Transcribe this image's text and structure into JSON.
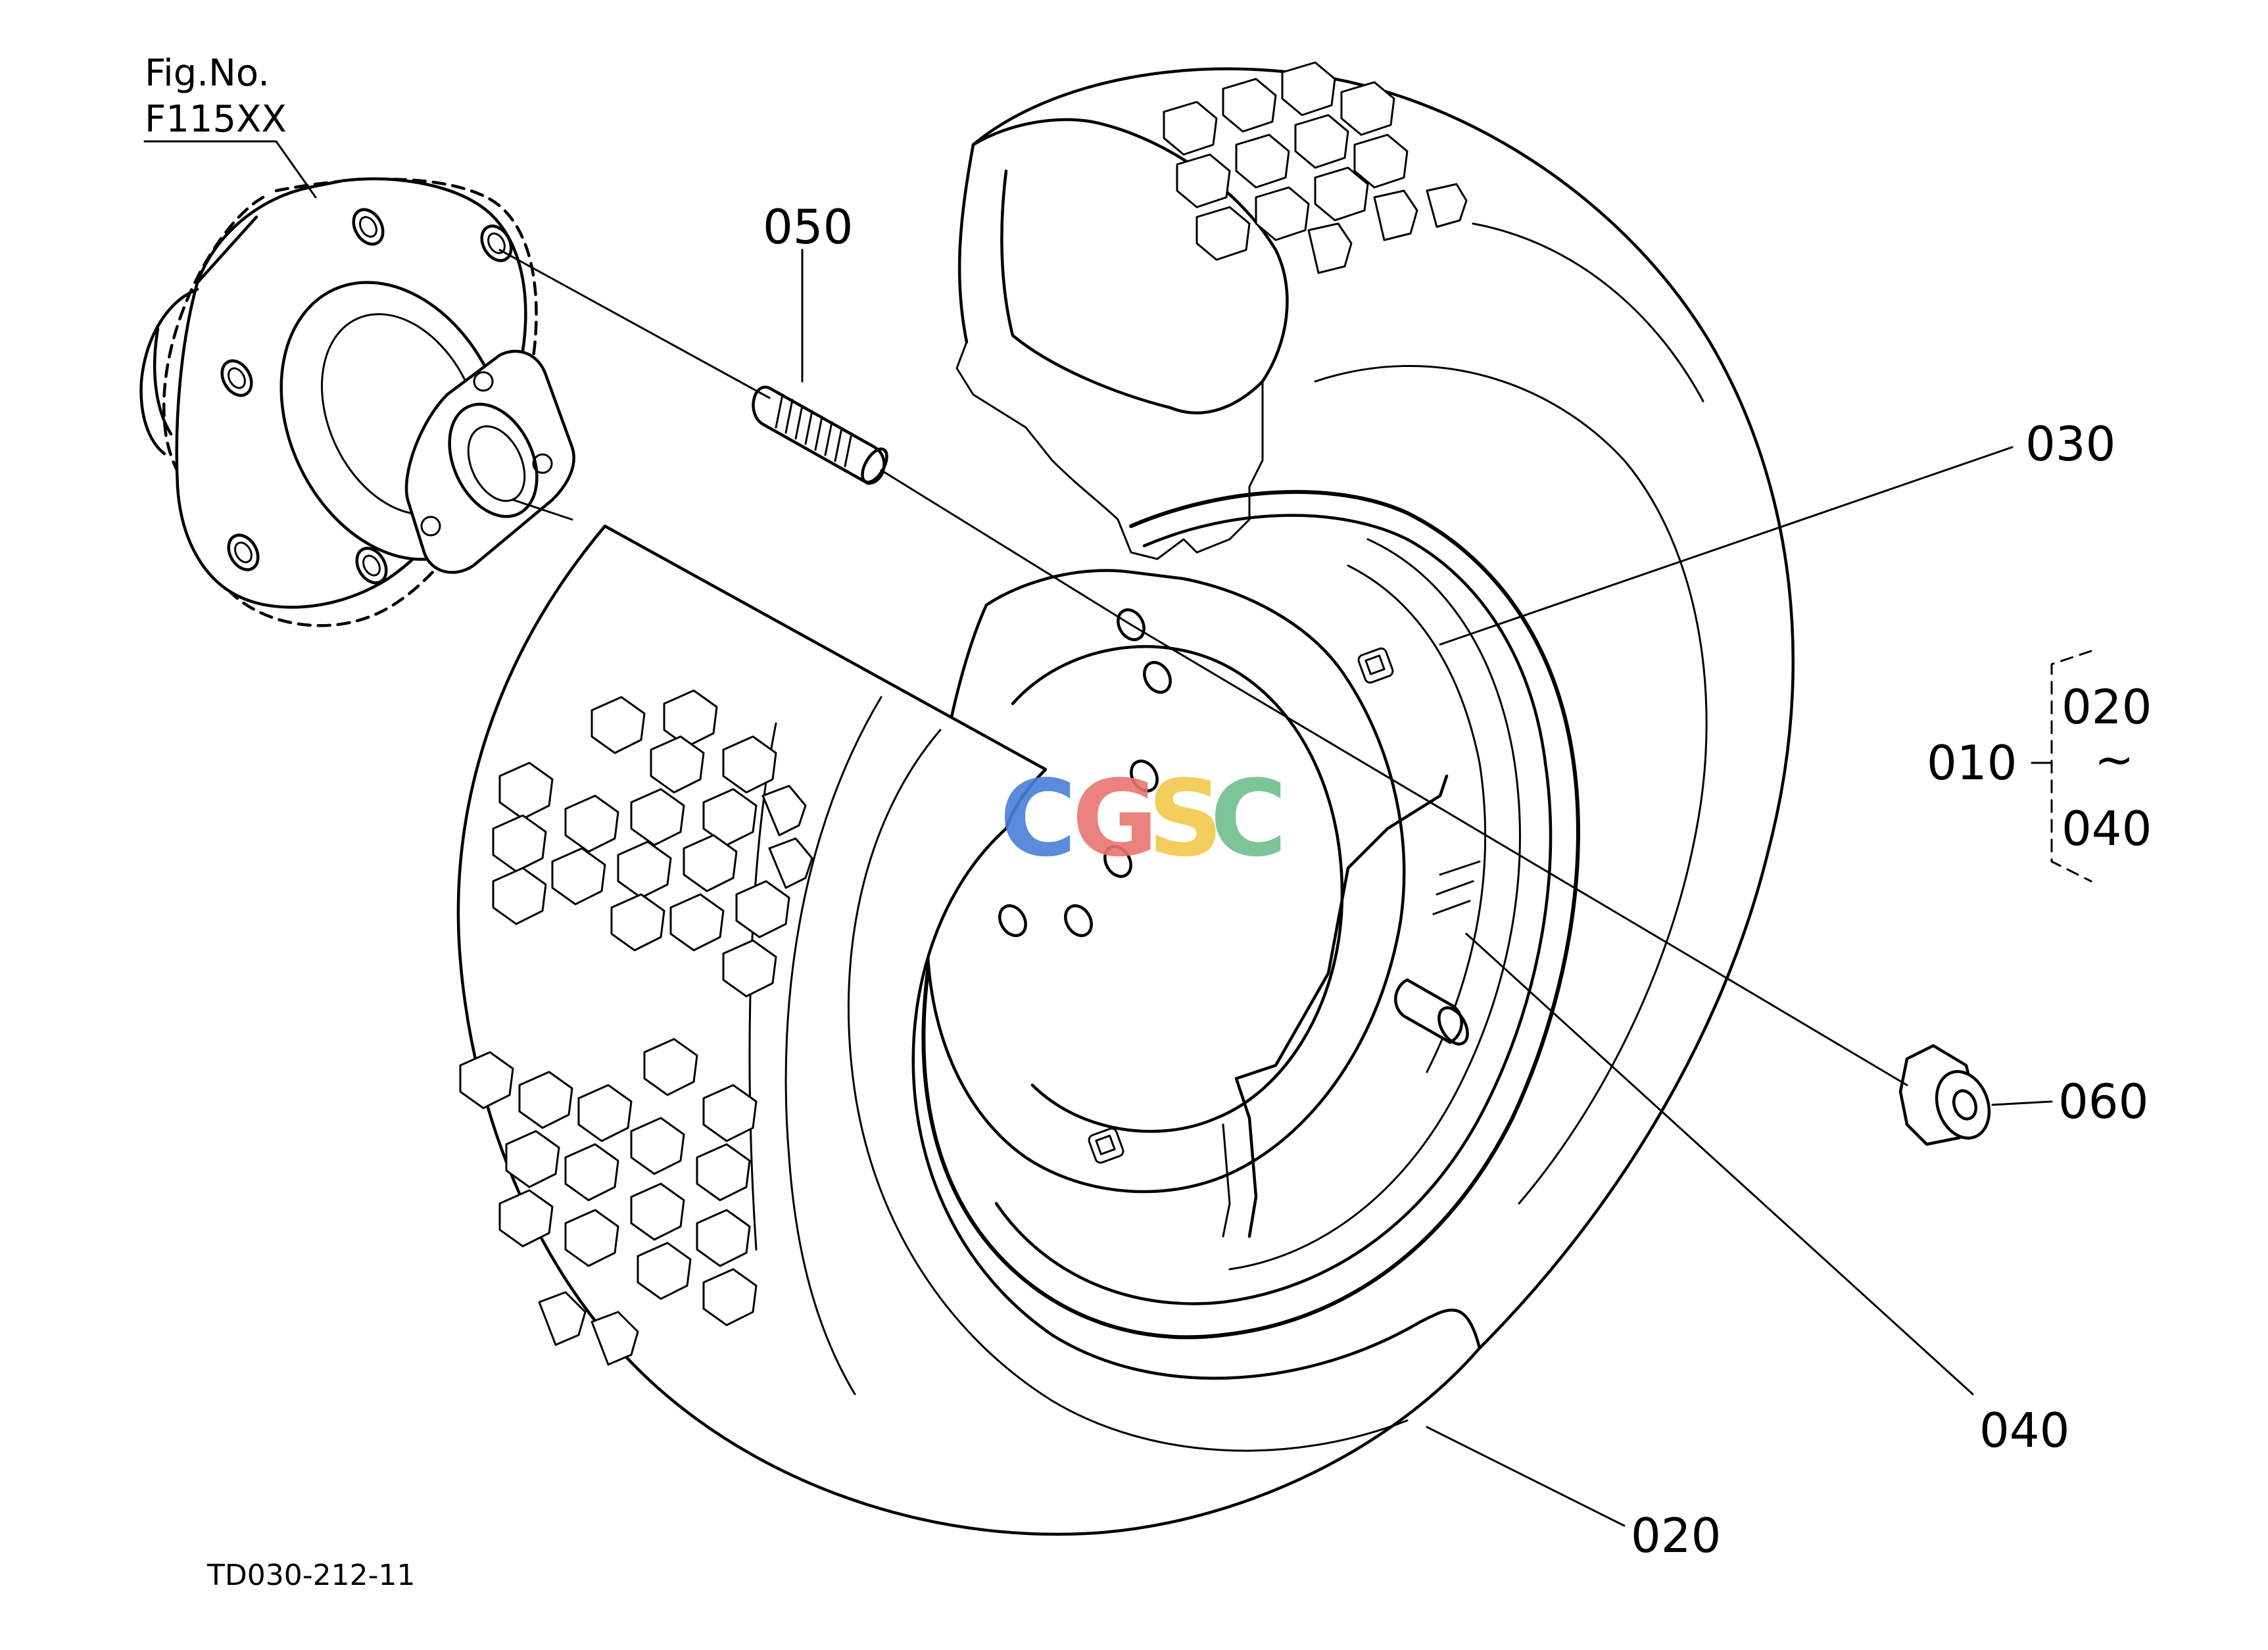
{
  "figure": {
    "fig_label": "Fig.No.",
    "fig_number": "F115XX",
    "drawing_code": "TD030-212-11"
  },
  "callouts": {
    "c050": "050",
    "c030": "030",
    "c010": "010",
    "c020_top": "020",
    "c_range": "~",
    "c040_top": "040",
    "c060": "060",
    "c040": "040",
    "c020": "020"
  },
  "watermark": {
    "letters": [
      "C",
      "G",
      "S",
      "C"
    ],
    "colors": [
      "#4a7fd9",
      "#e8756f",
      "#f2c94c",
      "#6fbf8f"
    ]
  }
}
